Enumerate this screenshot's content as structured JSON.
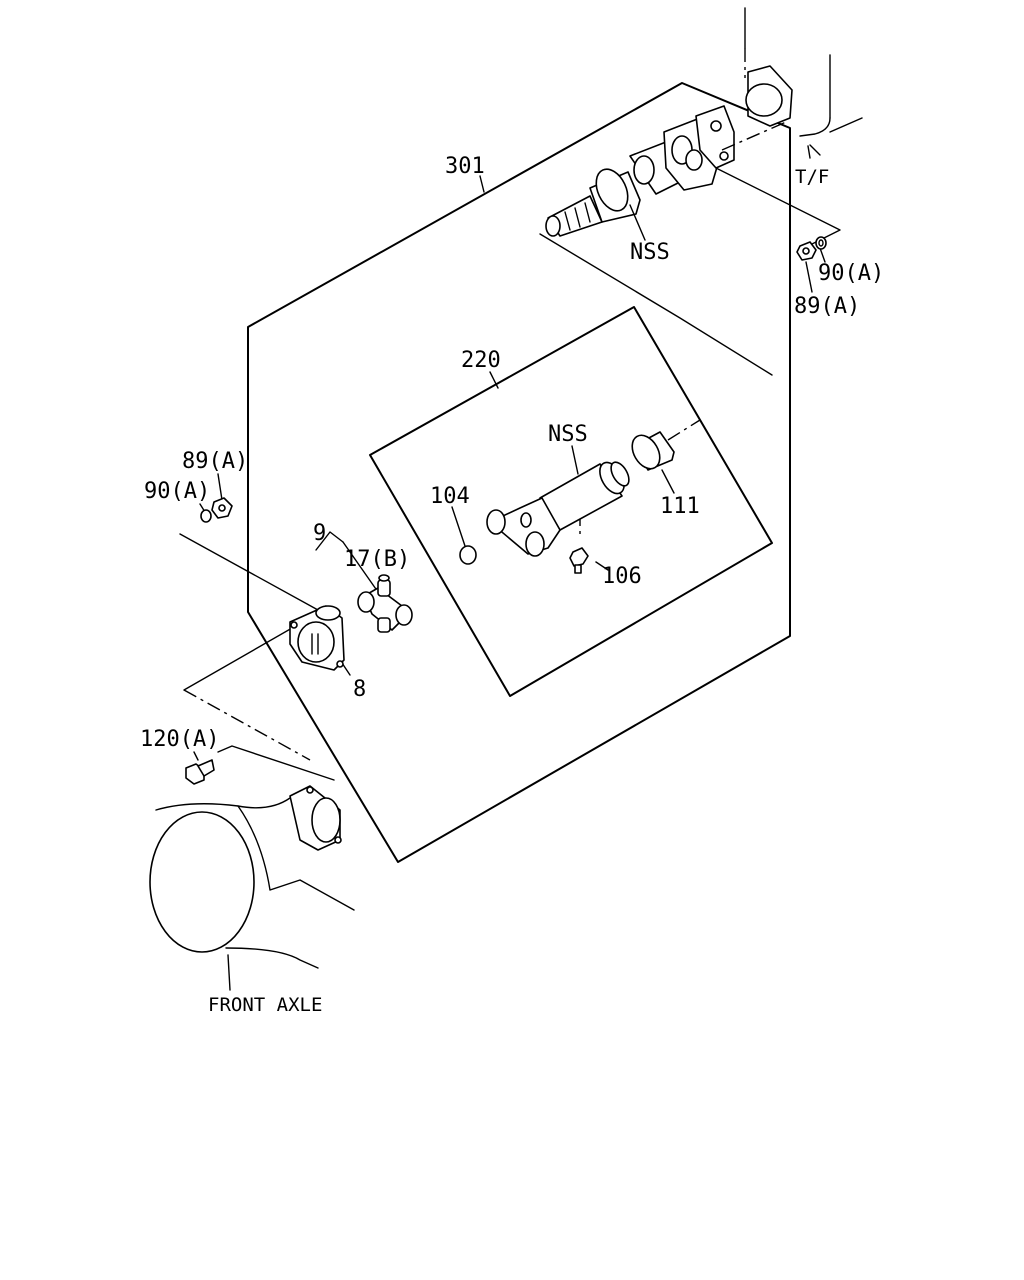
{
  "labels": {
    "assembly_301": "301",
    "assembly_220": "220",
    "nss_top": "NSS",
    "nss_mid": "NSS",
    "tf": "T/F",
    "washer_90a_right": "90(A)",
    "nut_89a_right": "89(A)",
    "nut_89a_left": "89(A)",
    "washer_90a_left": "90(A)",
    "spider_kit_9": "9",
    "spider_17b": "17(B)",
    "flange_yoke_8": "8",
    "plug_104": "104",
    "grease_fitting_106": "106",
    "dust_cover_111": "111",
    "bolt_120a": "120(A)",
    "front_axle": "FRONT AXLE"
  }
}
